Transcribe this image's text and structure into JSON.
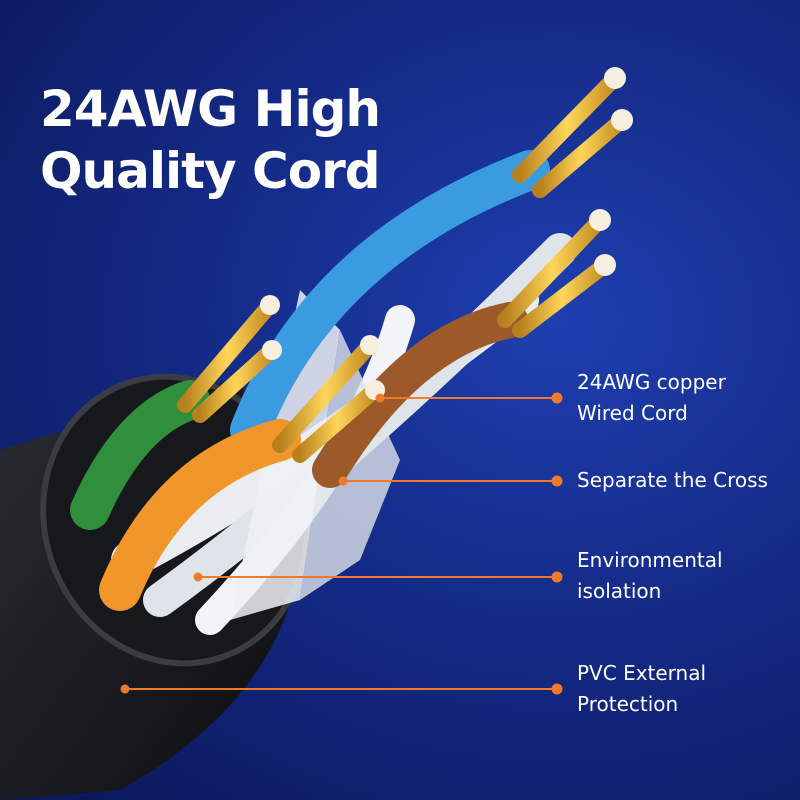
{
  "headline": {
    "line1": "24AWG High",
    "line2": "Quality Cord"
  },
  "accent_color": "#f07a2c",
  "callouts": [
    {
      "lines": [
        "24AWG copper",
        "Wired Cord"
      ]
    },
    {
      "lines": [
        "Separate the Cross"
      ]
    },
    {
      "lines": [
        "Environmental",
        "isolation"
      ]
    },
    {
      "lines": [
        "PVC External",
        "Protection"
      ]
    }
  ],
  "wire_colors": {
    "blue": "#3b9be0",
    "brown": "#9c5a2a",
    "green": "#2f8f3a",
    "orange": "#f0962a",
    "white": "#e9edf2",
    "copper": "#e8b53a"
  }
}
